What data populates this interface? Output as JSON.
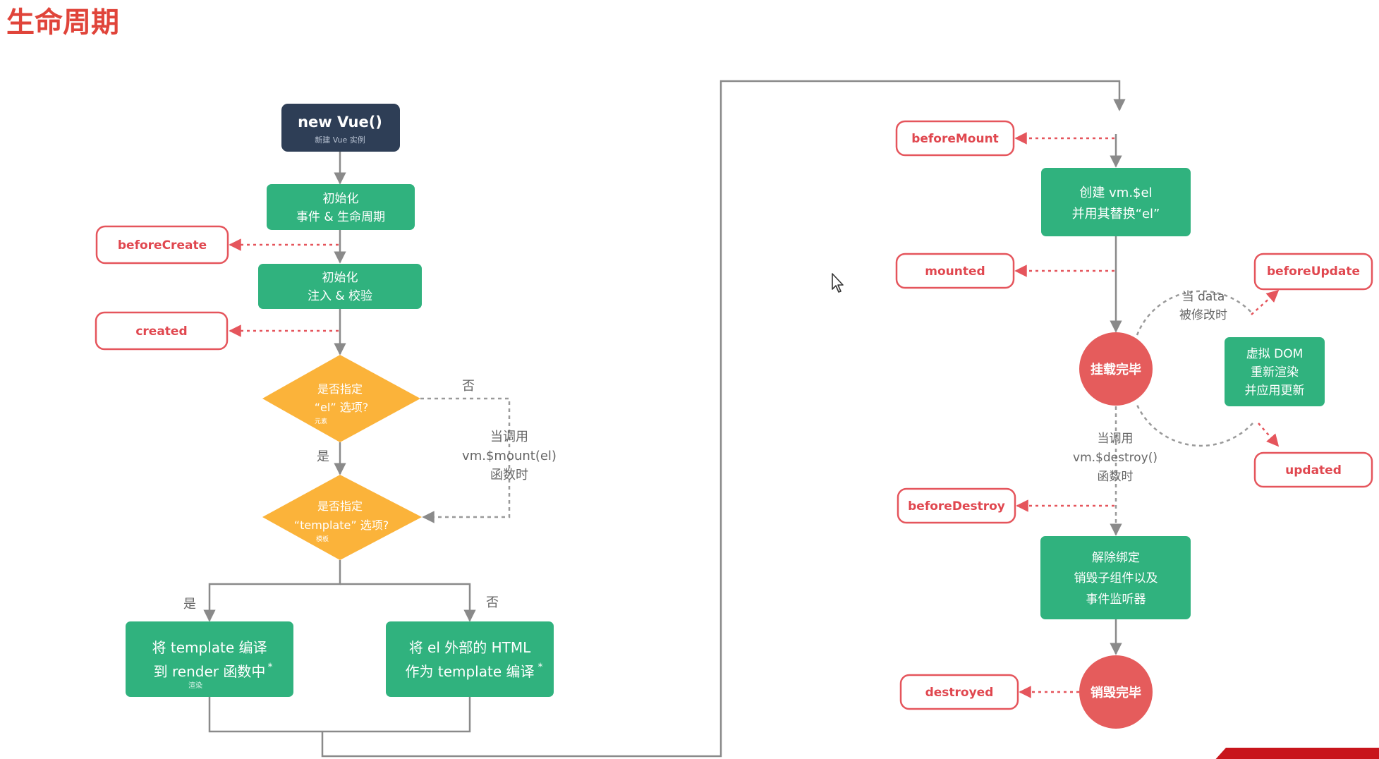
{
  "title": "生命周期",
  "colors": {
    "green": "#30b27e",
    "dark": "#2e3e56",
    "diamond": "#fbb33a",
    "hook_border": "#e5555c",
    "hook_text": "#e0474f",
    "circle": "#e55c5c",
    "line": "#8a8a8a",
    "title": "#e0443a"
  },
  "start": {
    "label": "new Vue()",
    "sub": "新建 Vue 实例"
  },
  "steps": {
    "init_events": [
      "初始化",
      "事件 & 生命周期"
    ],
    "init_inject": [
      "初始化",
      "注入 & 校验"
    ],
    "compile_template": [
      "将 template 编译",
      "到 render 函数中"
    ],
    "compile_template_note": "渲染",
    "compile_el": [
      "将 el 外部的 HTML",
      "作为 template 编译"
    ],
    "create_el": [
      "创建 vm.$el",
      "并用其替换“el”"
    ],
    "vdom": [
      "虚拟 DOM",
      "重新渲染",
      "并应用更新"
    ],
    "teardown": [
      "解除绑定",
      "销毁子组件以及",
      "事件监听器"
    ]
  },
  "decisions": {
    "has_el": [
      "是否指定",
      "“el” 选项?"
    ],
    "has_el_note": "元素",
    "has_template": [
      "是否指定",
      "“template” 选项?"
    ],
    "has_template_note": "模板"
  },
  "branch_labels": {
    "yes": "是",
    "no": "否",
    "mount_call": [
      "当调用",
      "vm.$mount(el)",
      "函数时"
    ],
    "data_changed": [
      "当 data",
      "被修改时"
    ],
    "destroy_call": [
      "当调用",
      "vm.$destroy()",
      "函数时"
    ],
    "asterisk": "*"
  },
  "hooks": {
    "beforeCreate": "beforeCreate",
    "created": "created",
    "beforeMount": "beforeMount",
    "mounted": "mounted",
    "beforeUpdate": "beforeUpdate",
    "updated": "updated",
    "beforeDestroy": "beforeDestroy",
    "destroyed": "destroyed"
  },
  "states": {
    "mounted": "挂载完毕",
    "destroyed": "销毁完毕"
  },
  "icons": [
    "cursor-icon",
    "arrow-icon"
  ]
}
